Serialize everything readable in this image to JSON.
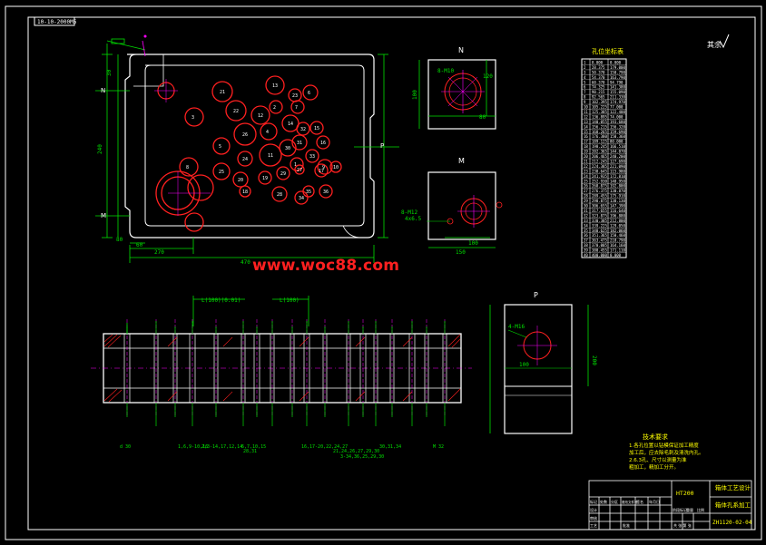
{
  "tab_label": "10-10-2000M5",
  "roughness_mark": "其余",
  "section_labels": {
    "n": "N",
    "m": "M",
    "p": "P",
    "p2": "P"
  },
  "watermark": "www.woc88.com",
  "table_header": "孔位坐标表",
  "table_rows": [
    [
      "1",
      "8.000",
      "0.000"
    ],
    [
      "2",
      "28.375",
      "179.000"
    ],
    [
      "3",
      "50.370",
      "150.790"
    ],
    [
      "4",
      "54.370",
      "163.790"
    ],
    [
      "5",
      "60.370",
      "94.790"
    ],
    [
      "6",
      "74.325",
      "141.380"
    ],
    [
      "7",
      "90.215",
      "155.090"
    ],
    [
      "8",
      "92.565",
      "211.330"
    ],
    [
      "9",
      "102.395",
      "174.970"
    ],
    [
      "10",
      "105.225",
      "77.000"
    ],
    [
      "11",
      "125.385",
      "122.400"
    ],
    [
      "12",
      "136.895",
      "74.000"
    ],
    [
      "13",
      "140.055",
      "193.680"
    ],
    [
      "14",
      "156.215",
      "156.320"
    ],
    [
      "15",
      "168.265",
      "159.690"
    ],
    [
      "16",
      "176.380",
      "150.360"
    ],
    [
      "17",
      "189.125",
      "80.000"
    ],
    [
      "18",
      "198.245",
      "166.510"
    ],
    [
      "19",
      "202.365",
      "144.070"
    ],
    [
      "20",
      "206.465",
      "240.200"
    ],
    [
      "21",
      "212.245",
      "127.690"
    ],
    [
      "22",
      "224.385",
      "221.090"
    ],
    [
      "23",
      "238.645",
      "115.980"
    ],
    [
      "24",
      "241.935",
      "172.810"
    ],
    [
      "25",
      "252.930",
      "148.950"
    ],
    [
      "26",
      "268.875",
      "192.800"
    ],
    [
      "27",
      "276.375",
      "130.870"
    ],
    [
      "28",
      "289.455",
      "175.910"
    ],
    [
      "29",
      "298.875",
      "138.130"
    ],
    [
      "30",
      "306.655",
      "147.390"
    ],
    [
      "31",
      "317.655",
      "116.640"
    ],
    [
      "32",
      "323.875",
      "196.880"
    ],
    [
      "33",
      "330.385",
      "212.800"
    ],
    [
      "34",
      "339.225",
      "129.050"
    ],
    [
      "35",
      "348.625",
      "182.060"
    ],
    [
      "36",
      "351.365",
      "150.460"
    ],
    [
      "37",
      "363.475",
      "218.790"
    ],
    [
      "38",
      "370.005",
      "164.160"
    ],
    [
      "39",
      "380.455",
      "171.110"
    ],
    [
      "40",
      "400.000",
      "0.000"
    ]
  ],
  "hole_numbers": [
    "21",
    "13",
    "6",
    "3",
    "22",
    "23",
    "12",
    "2",
    "7",
    "14",
    "26",
    "4",
    "5",
    "32",
    "15",
    "16",
    "11",
    "24",
    "25",
    "30",
    "31",
    "33",
    "9",
    "10",
    "17",
    "1",
    "20",
    "8",
    "18",
    "19",
    "29",
    "27",
    "28",
    "34",
    "35",
    "36"
  ],
  "dims": {
    "top_view": [
      "270",
      "470",
      "80",
      "60",
      "240",
      "30"
    ],
    "side_n": [
      "80",
      "100",
      "120",
      "8-M10"
    ],
    "side_m": [
      "100",
      "150",
      "8-M12",
      "4x6.5"
    ],
    "side_p": [
      "100",
      "200",
      "4-M16"
    ],
    "front_view": [
      "L(100)",
      "L(100)(0.01)",
      "1,6,9-10,16",
      "2,3-14,17,12,14",
      "6,7,10,15",
      "16,17-20,22,24,27",
      "21,24,26,27,29,30",
      "3-34,36,25,29,30",
      "30,31,34",
      "d 30",
      "M 32",
      "28,31"
    ]
  },
  "notes": {
    "title": "技术要求",
    "lines": [
      "1.各孔位置以钻模保证加工精度",
      "  加工后，应去除毛刺及清洗内孔。",
      "2.6.3孔、尺寸以测量为准",
      "  粗加工，精加工分开。"
    ]
  },
  "title_block": {
    "company": "箱体工艺设计",
    "material": "HT200",
    "part_name": "箱体孔系加工",
    "drawing_no": "ZH1120-02-04",
    "headers": [
      "标记",
      "处数",
      "分区",
      "更改文件号",
      "签名",
      "年月日"
    ],
    "rows": [
      "设计",
      "审核",
      "工艺",
      "批准"
    ],
    "stage": "阶段标记",
    "weight": "重量",
    "scale": "比例",
    "sheet": "共 张 第 张"
  },
  "colors": {
    "background": "#000000",
    "geometry": "#ffffff",
    "dimension": "#00e000",
    "hole": "#ff2020",
    "title": "#ffff00",
    "text": "#ffffff",
    "accent": "#ff00ff",
    "cyan": "#00ffff"
  }
}
